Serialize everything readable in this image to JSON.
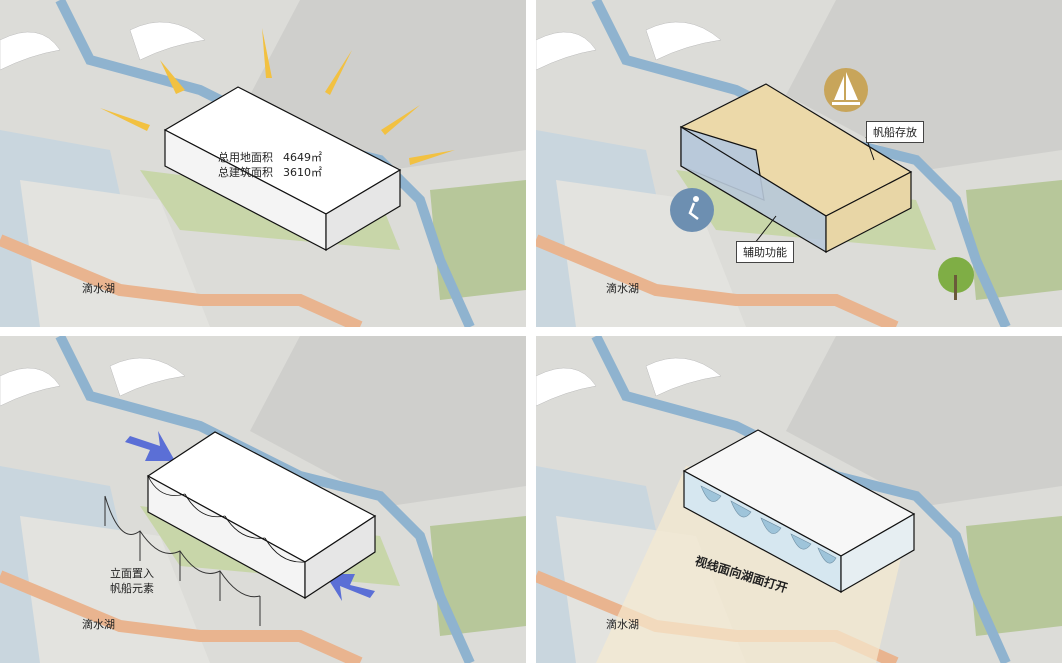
{
  "panels": [
    {
      "lake_label": "滴水湖",
      "area": {
        "land_label": "总用地面积",
        "land_value": "4649㎡",
        "building_label": "总建筑面积",
        "building_value": "3610㎡"
      }
    },
    {
      "lake_label": "滴水湖",
      "sail_storage_label": "帆船存放",
      "auxiliary_label": "辅助功能",
      "icons": [
        "sailboat-icon",
        "running-person-icon"
      ]
    },
    {
      "lake_label": "滴水湖",
      "facade_line1": "立面置入",
      "facade_line2": "帆船元素"
    },
    {
      "lake_label": "滴水湖",
      "view_label": "视线面向湖面打开"
    }
  ],
  "colors": {
    "ground": "#d9d9d6",
    "grass": "#b7c79a",
    "water": "#c9d6de",
    "river": "#8fb3cf",
    "path": "#e9b48f",
    "sun_ray": "#f2c141",
    "sail_zone": "#ecd9a9",
    "aux_zone": "#b9c9d9",
    "arrow": "#5b6fd6"
  }
}
